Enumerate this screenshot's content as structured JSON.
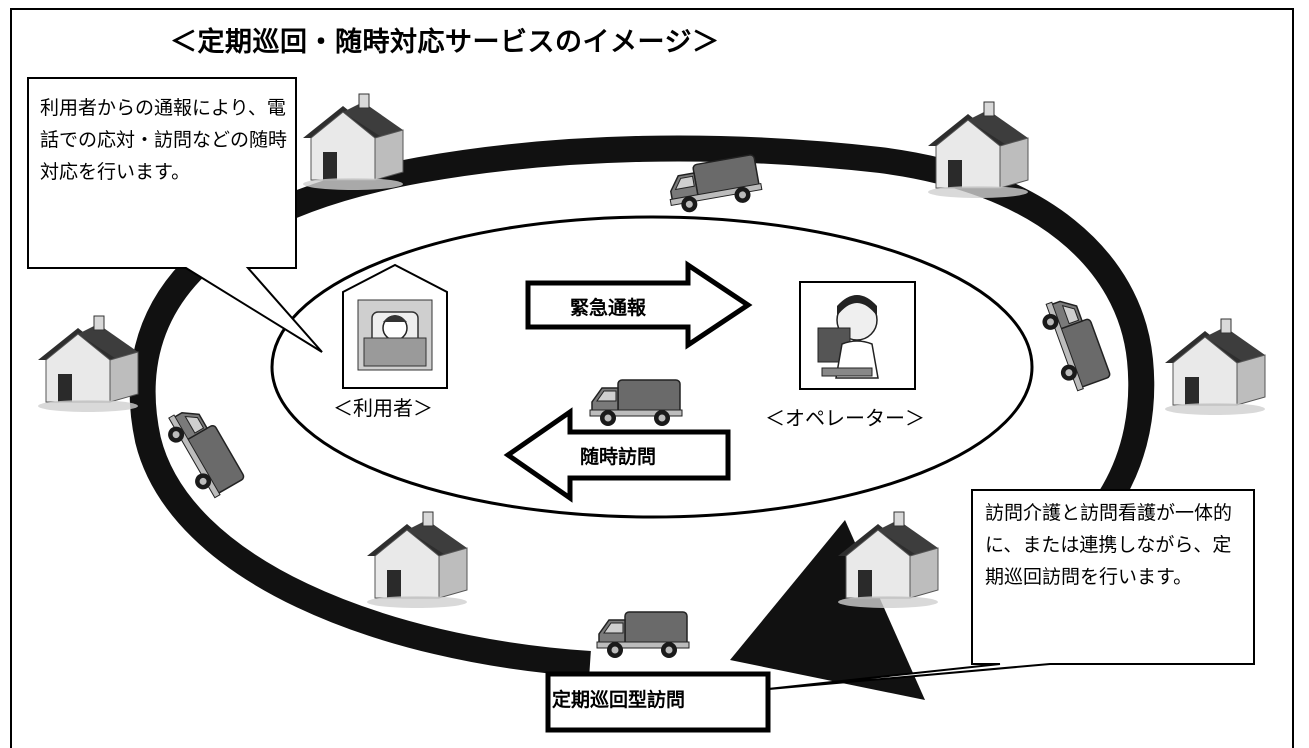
{
  "title": "＜定期巡回・随時対応サービスのイメージ＞",
  "callout_left": "利用者からの通報により、電話での応対・訪問などの随時対応を行います。",
  "callout_right": "訪問介護と訪問看護が一体的に、または連携しながら、定期巡回訪問を行います。",
  "arrows": {
    "emergency_call": "緊急通報",
    "anytime_visit": "随時訪問",
    "regular_patrol_visit": "定期巡回型訪問"
  },
  "people": {
    "user": "＜利用者＞",
    "operator": "＜オペレーター＞"
  },
  "icons": {
    "house": "house-icon",
    "van": "van-icon",
    "user": "bedridden-user-icon",
    "operator": "operator-icon"
  },
  "colors": {
    "ring": "#111111",
    "house_wall": "#e6e6e6",
    "house_roof": "#3a3a3a",
    "van_body": "#5a5a5a"
  }
}
